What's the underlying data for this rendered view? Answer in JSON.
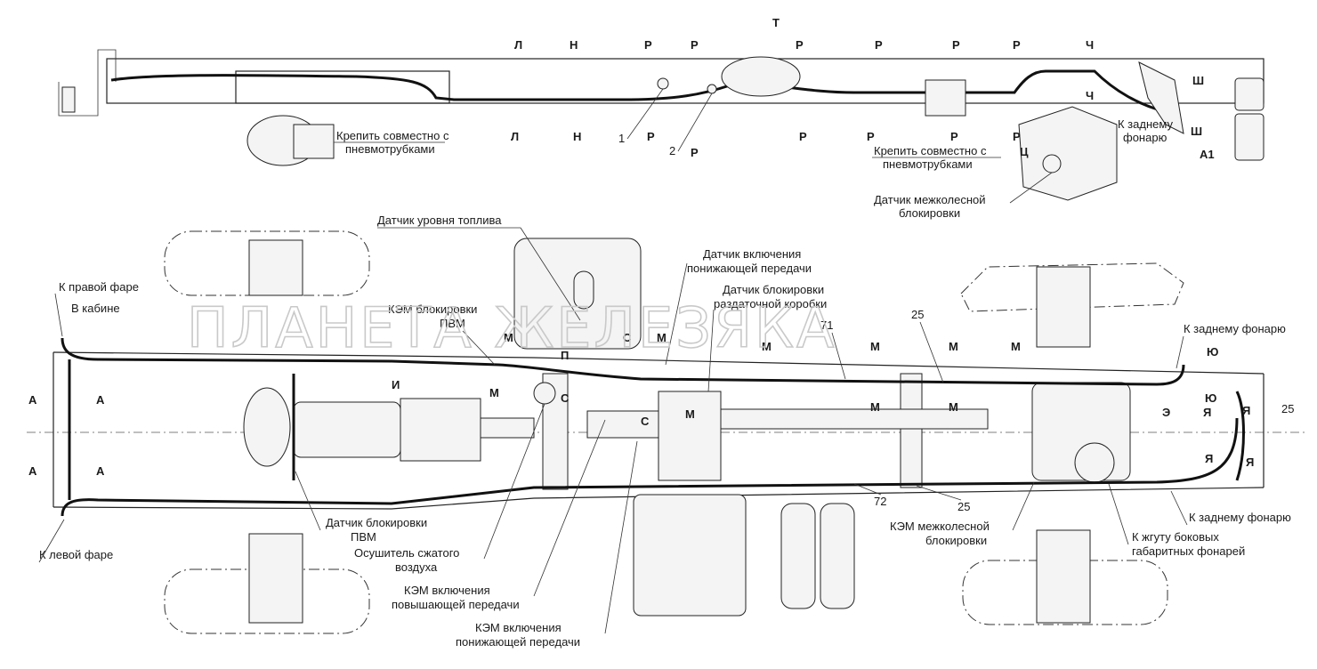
{
  "watermark": "ПЛАНЕТА ЖЕЛЕЗЯКА",
  "top_view": {
    "section_marks_top": [
      "Л",
      "Н",
      "Р",
      "Р",
      "Т",
      "Р",
      "Р",
      "Р",
      "Р",
      "Ч"
    ],
    "section_marks_bottom": [
      "Л",
      "Н",
      "Р",
      "Р",
      "Р",
      "Р",
      "Р",
      "Р",
      "Ч"
    ],
    "side_marks": [
      "Ш",
      "Ш",
      "Ц",
      "А1"
    ],
    "item_numbers": [
      "1",
      "2"
    ],
    "label_fasten_left": [
      "Крепить совместно с",
      "пневмотрубками"
    ],
    "label_fasten_right": [
      "Крепить совместно с",
      "пневмотрубками"
    ],
    "label_diff_lock_sensor": [
      "Датчик межколесной",
      "блокировки"
    ],
    "label_rear_lamp": [
      "К заднему",
      "фонарю"
    ]
  },
  "bottom_view": {
    "labels": {
      "fuel_level_sensor": "Датчик уровня топлива",
      "lowgear_sensor": [
        "Датчик включения",
        "понижающей передачи"
      ],
      "transfer_lock_sensor": [
        "Датчик блокировки",
        "раздаточной коробки"
      ],
      "kem_pvm": [
        "КЭМ блокировки",
        "ПВМ"
      ],
      "right_headlamp": "К правой фаре",
      "in_cab": "В кабине",
      "left_headlamp": "К левой фаре",
      "pvm_lock_sensor": [
        "Датчик блокировки",
        "ПВМ"
      ],
      "air_dryer": [
        "Осушитель сжатого",
        "воздуха"
      ],
      "kem_highgear": [
        "КЭМ включения",
        "повышающей передачи"
      ],
      "kem_lowgear": [
        "КЭМ включения",
        "понижающей передачи"
      ],
      "kem_diff_lock": [
        "КЭМ межколесной",
        "блокировки"
      ],
      "rear_lamp_top": "К заднему фонарю",
      "rear_lamp_bottom": "К заднему фонарю",
      "side_marker_harness": [
        "К жгуту боковых",
        "габаритных фонарей"
      ]
    },
    "item_numbers": [
      "71",
      "72",
      "25",
      "25",
      "25"
    ],
    "section_marks": [
      "А",
      "А",
      "А",
      "А",
      "И",
      "М",
      "М",
      "М",
      "М",
      "М",
      "М",
      "М",
      "М",
      "М",
      "М",
      "С",
      "С",
      "С",
      "П",
      "Ю",
      "Ю",
      "Э",
      "Я",
      "Я",
      "Я",
      "Я"
    ]
  }
}
